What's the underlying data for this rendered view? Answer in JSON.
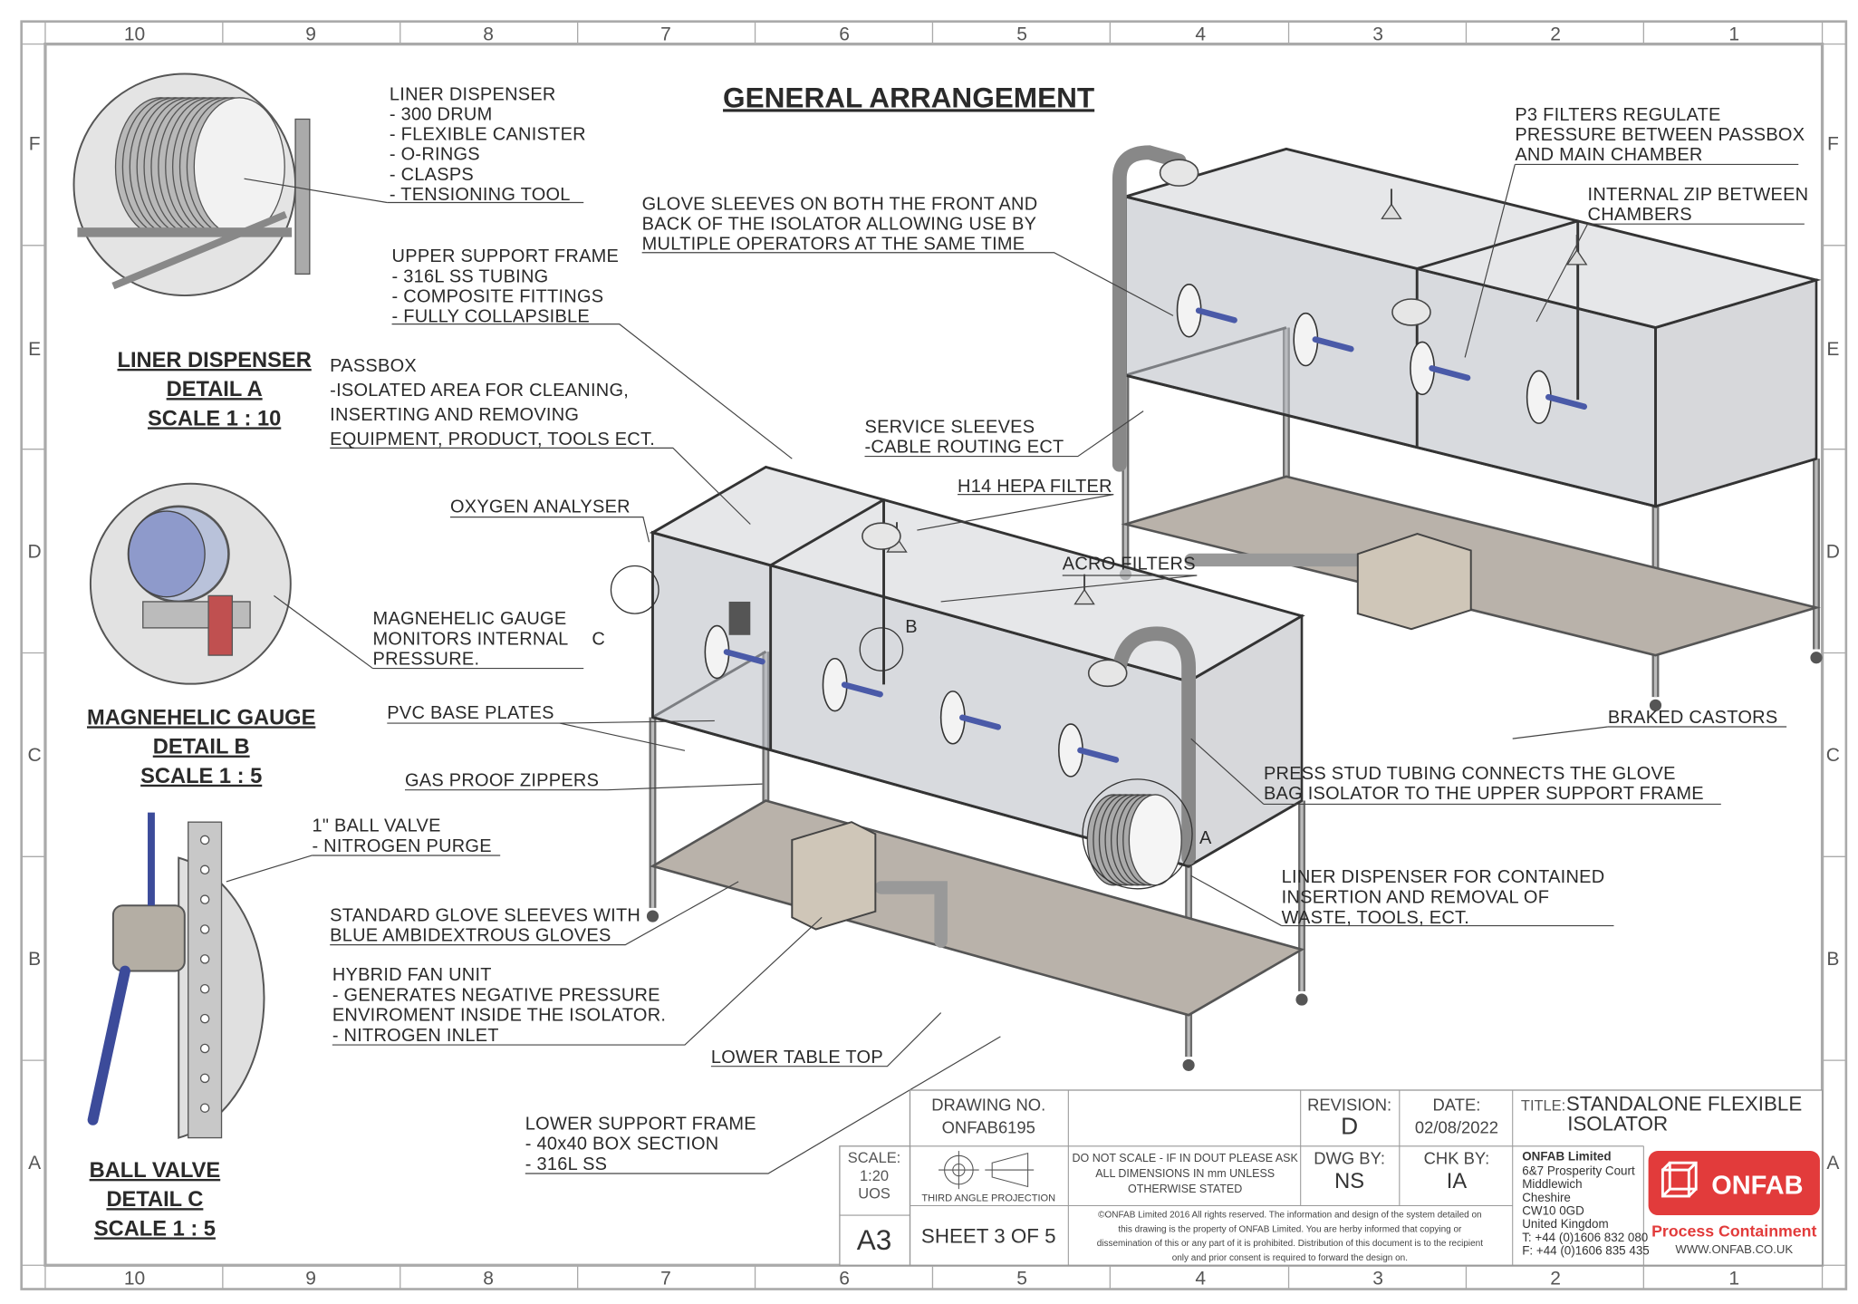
{
  "title": "GENERAL ARRANGEMENT",
  "zone_columns": [
    "10",
    "9",
    "8",
    "7",
    "6",
    "5",
    "4",
    "3",
    "2",
    "1"
  ],
  "zone_rows": [
    "F",
    "E",
    "D",
    "C",
    "B",
    "A"
  ],
  "annotations": [
    {
      "lines": [
        "LINER DISPENSER",
        "- 300 DRUM",
        "- FLEXIBLE CANISTER",
        "- O-RINGS",
        "- CLASPS",
        "- TENSIONING TOOL"
      ]
    },
    {
      "lines": [
        "UPPER SUPPORT FRAME",
        "- 316L SS TUBING",
        "- COMPOSITE FITTINGS",
        "- FULLY COLLAPSIBLE"
      ]
    },
    {
      "lines": [
        "GLOVE SLEEVES ON BOTH THE FRONT AND",
        "BACK OF THE ISOLATOR ALLOWING USE BY",
        "MULTIPLE OPERATORS AT THE SAME TIME"
      ]
    },
    {
      "lines": [
        "P3 FILTERS REGULATE",
        "PRESSURE BETWEEN PASSBOX",
        "AND MAIN CHAMBER"
      ]
    },
    {
      "lines": [
        "INTERNAL ZIP BETWEEN",
        "CHAMBERS"
      ]
    },
    {
      "lines": [
        "PASSBOX",
        "-ISOLATED AREA FOR CLEANING,",
        "INSERTING AND REMOVING",
        "EQUIPMENT, PRODUCT, TOOLS ECT."
      ]
    },
    {
      "lines": [
        "SERVICE SLEEVES",
        "-CABLE ROUTING ECT"
      ]
    },
    {
      "lines": [
        "H14 HEPA FILTER"
      ]
    },
    {
      "lines": [
        "OXYGEN ANALYSER"
      ]
    },
    {
      "lines": [
        "ACRO FILTERS"
      ]
    },
    {
      "lines": [
        "MAGNEHELIC GAUGE",
        "MONITORS INTERNAL",
        "PRESSURE."
      ]
    },
    {
      "lines": [
        "PVC BASE PLATES"
      ]
    },
    {
      "lines": [
        "GAS PROOF ZIPPERS"
      ]
    },
    {
      "lines": [
        "BRAKED CASTORS"
      ]
    },
    {
      "lines": [
        "PRESS STUD TUBING CONNECTS THE GLOVE",
        "BAG ISOLATOR TO THE UPPER SUPPORT FRAME"
      ]
    },
    {
      "lines": [
        "1\" BALL VALVE",
        "- NITROGEN PURGE"
      ]
    },
    {
      "lines": [
        "LINER DISPENSER FOR CONTAINED",
        "INSERTION AND REMOVAL OF",
        "WASTE, TOOLS, ECT."
      ]
    },
    {
      "lines": [
        "STANDARD GLOVE SLEEVES WITH",
        "BLUE AMBIDEXTROUS GLOVES"
      ]
    },
    {
      "lines": [
        "HYBRID FAN UNIT",
        "- GENERATES NEGATIVE PRESSURE",
        "ENVIROMENT INSIDE THE ISOLATOR.",
        "- NITROGEN INLET"
      ]
    },
    {
      "lines": [
        "LOWER TABLE TOP"
      ]
    },
    {
      "lines": [
        "LOWER SUPPORT FRAME",
        "- 40x40 BOX SECTION",
        "- 316L SS"
      ]
    }
  ],
  "details": [
    {
      "lines": [
        "LINER DISPENSER",
        "DETAIL A",
        "SCALE 1 : 10"
      ]
    },
    {
      "lines": [
        "MAGNEHELIC GAUGE",
        "DETAIL B",
        "SCALE 1 : 5"
      ]
    },
    {
      "lines": [
        "BALL VALVE",
        "DETAIL C",
        "SCALE 1 : 5"
      ]
    }
  ],
  "callouts": [
    "A",
    "B",
    "C"
  ],
  "title_block": {
    "drawing_no_label": "DRAWING NO.",
    "drawing_no": "ONFAB6195",
    "revision_label": "REVISION:",
    "revision": "D",
    "date_label": "DATE:",
    "date": "02/08/2022",
    "title_label": "TITLE:",
    "title_lines": [
      "STANDALONE FLEXIBLE",
      "ISOLATOR"
    ],
    "scale_label": "SCALE:",
    "scale_value": "1:20",
    "scale_unit": "UOS",
    "projection_label": "THIRD ANGLE PROJECTION",
    "note_lines": [
      "DO NOT SCALE - IF IN DOUT PLEASE ASK",
      "ALL DIMENSIONS IN mm UNLESS",
      "OTHERWISE STATED"
    ],
    "dwg_by_label": "DWG BY:",
    "dwg_by": "NS",
    "chk_by_label": "CHK BY:",
    "chk_by": "IA",
    "paper_size": "A3",
    "sheet": "SHEET 3 OF 5",
    "copyright_lines": [
      "©ONFAB Limited 2016 All rights reserved. The information and design of the system detailed on",
      "this drawing is the property of ONFAB Limited. You are herby informed that copying or",
      "dissemination of this or any part of it is prohibited. Distribution of this document is to the recipient",
      "only and prior consent is required to forward the design on."
    ],
    "company": "ONFAB Limited",
    "address_lines": [
      "6&7 Prosperity Court",
      "Middlewich",
      "Cheshire",
      "CW10 0GD",
      "United Kingdom",
      "T: +44 (0)1606 832 080",
      "F: +44 (0)1606 835 435"
    ],
    "logo_text": "ONFAB",
    "tagline": "Process Containment",
    "website": "WWW.ONFAB.CO.UK"
  },
  "colors": {
    "brand_red": "#e23b3b",
    "glove_blue": "#4a5aa8",
    "frame_grey": "#8a8a8a"
  }
}
